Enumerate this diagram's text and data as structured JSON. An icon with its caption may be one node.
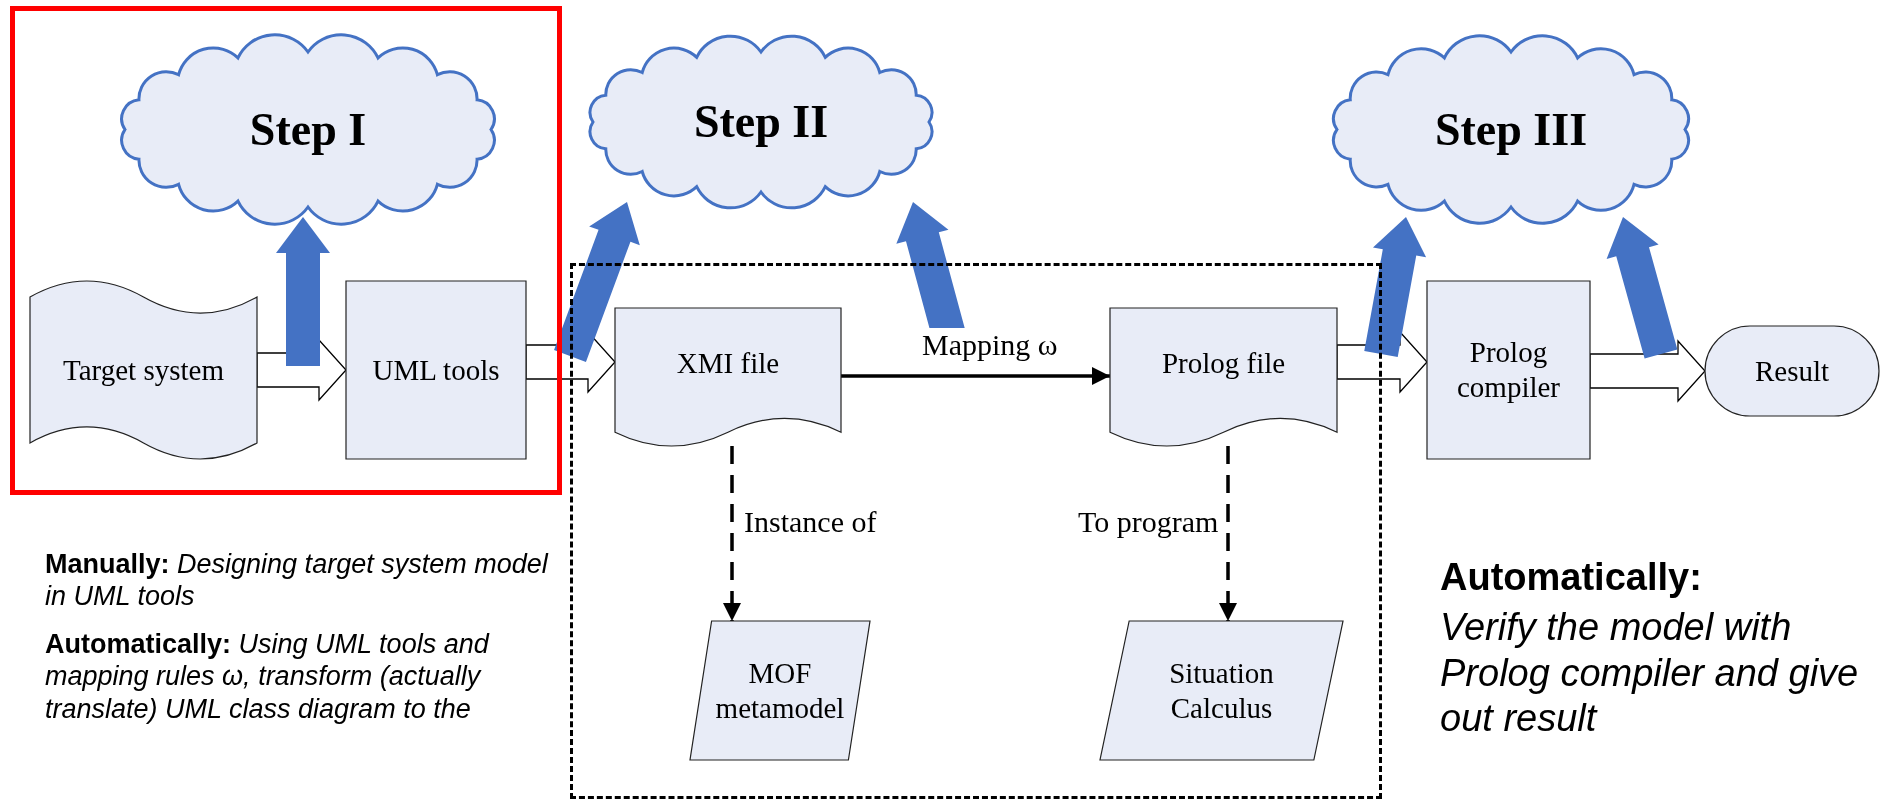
{
  "diagram": {
    "nodes": [
      {
        "text": [],
        "shape": "box"
      },
      {
        "text": [
          "Step I"
        ],
        "in": 0
      },
      {
        "text": [
          "Target system"
        ],
        "in": 0
      },
      {
        "text": [
          "UML tools"
        ],
        "in": 0
      },
      {
        "text": [
          "Step II"
        ]
      },
      {
        "text": [
          "Step III"
        ]
      },
      {
        "text": [],
        "shape": "box"
      },
      {
        "text": [
          "XMI file"
        ],
        "in": 6
      },
      {
        "text": [
          "Prolog file"
        ],
        "in": 6
      },
      {
        "text": [
          "Prolog compiler"
        ]
      },
      {
        "text": [
          "Result"
        ]
      },
      {
        "text": [
          "MOF metamodel"
        ],
        "in": 6
      },
      {
        "text": [
          "Situation Calculus"
        ],
        "in": 6
      }
    ],
    "edges": [
      {
        "from": 2,
        "to": 3,
        "arrow": "to",
        "style": "thick"
      },
      {
        "from": 3,
        "to": 7,
        "arrow": "to",
        "style": "thick"
      },
      {
        "from": 7,
        "to": 8,
        "arrow": "to",
        "label": "Mapping ω"
      },
      {
        "from": 8,
        "to": 9,
        "arrow": "to",
        "style": "thick"
      },
      {
        "from": 9,
        "to": 10,
        "arrow": "to",
        "style": "thick"
      },
      {
        "from": 7,
        "to": 11,
        "arrow": "to",
        "style": "dashed",
        "label": "Instance of"
      },
      {
        "from": 8,
        "to": 12,
        "arrow": "to",
        "style": "dashed",
        "label": "To program"
      },
      {
        "from": null,
        "to": 1,
        "arrow": "to",
        "style": "thick",
        "color": "#4472c4"
      },
      {
        "from": null,
        "to": 4,
        "arrow": "to",
        "style": "thick",
        "color": "#4472c4"
      },
      {
        "from": null,
        "to": 4,
        "arrow": "to",
        "style": "thick",
        "color": "#4472c4"
      },
      {
        "from": null,
        "to": 5,
        "arrow": "to",
        "style": "thick",
        "color": "#4472c4"
      },
      {
        "from": null,
        "to": 5,
        "arrow": "to",
        "style": "thick",
        "color": "#4472c4"
      }
    ],
    "labels": [
      "**Manually:** *Designing target system model in UML tools*",
      "**Automatically:** *Using UML tools and mapping rules ω, transform (actually translate) UML class diagram to the*",
      "Automatically:",
      "Verify the model with Prolog compiler and give out result"
    ]
  }
}
